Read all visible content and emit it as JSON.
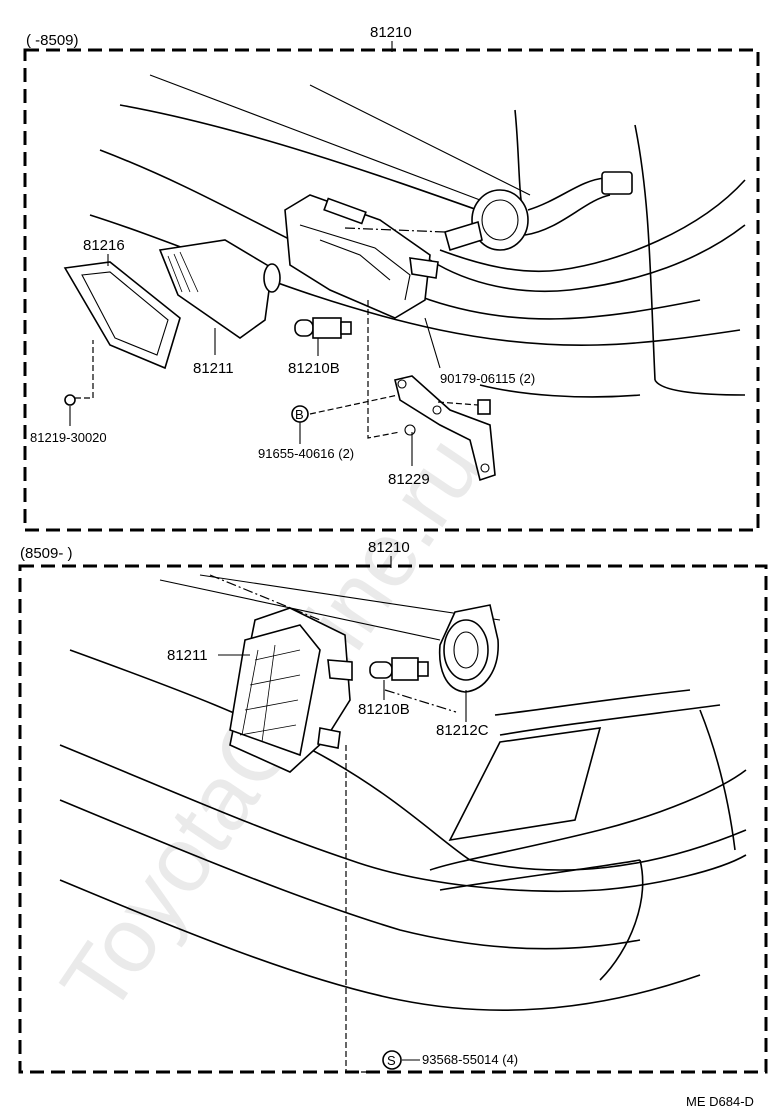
{
  "watermark": "ToyotaCarline.ru",
  "footer_code": "ME  D684-D",
  "sections": [
    {
      "range_label": "(      -8509)",
      "assembly_number": "81210",
      "parts": [
        "81216",
        "81211",
        "81210B",
        "81219-30020",
        "90179-06115 (2)",
        "91655-40616 (2)",
        "81229"
      ],
      "symbol": "B"
    },
    {
      "range_label": "(8509-        )",
      "assembly_number": "81210",
      "parts": [
        "81211",
        "81210B",
        "81212C",
        "93568-55014 (4)"
      ],
      "symbol": "S"
    }
  ]
}
